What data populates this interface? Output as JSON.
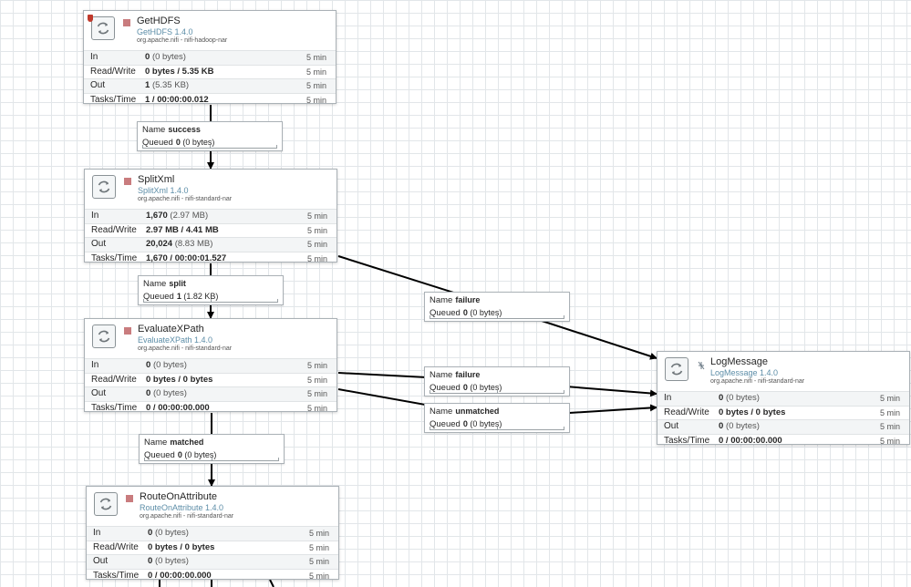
{
  "processors": [
    {
      "id": "gethdfs",
      "name": "GetHDFS",
      "version": "GetHDFS 1.4.0",
      "bundle": "org.apache.nifi - nifi-hadoop-nar",
      "has_bulletin": true,
      "stats": [
        {
          "label": "In",
          "bold": "0",
          "secondary": "(0 bytes)",
          "time": "5 min"
        },
        {
          "label": "Read/Write",
          "bold": "0 bytes / 5.35 KB",
          "secondary": "",
          "time": "5 min"
        },
        {
          "label": "Out",
          "bold": "1",
          "secondary": "(5.35 KB)",
          "time": "5 min"
        },
        {
          "label": "Tasks/Time",
          "bold": "1 / 00:00:00.012",
          "secondary": "",
          "time": "5 min"
        }
      ]
    },
    {
      "id": "splitxml",
      "name": "SplitXml",
      "version": "SplitXml 1.4.0",
      "bundle": "org.apache.nifi - nifi-standard-nar",
      "has_bulletin": false,
      "stats": [
        {
          "label": "In",
          "bold": "1,670",
          "secondary": "(2.97 MB)",
          "time": "5 min"
        },
        {
          "label": "Read/Write",
          "bold": "2.97 MB / 4.41 MB",
          "secondary": "",
          "time": "5 min"
        },
        {
          "label": "Out",
          "bold": "20,024",
          "secondary": "(8.83 MB)",
          "time": "5 min"
        },
        {
          "label": "Tasks/Time",
          "bold": "1,670 / 00:00:01.527",
          "secondary": "",
          "time": "5 min"
        }
      ]
    },
    {
      "id": "evaluatexpath",
      "name": "EvaluateXPath",
      "version": "EvaluateXPath 1.4.0",
      "bundle": "org.apache.nifi - nifi-standard-nar",
      "has_bulletin": false,
      "stats": [
        {
          "label": "In",
          "bold": "0",
          "secondary": "(0 bytes)",
          "time": "5 min"
        },
        {
          "label": "Read/Write",
          "bold": "0 bytes / 0 bytes",
          "secondary": "",
          "time": "5 min"
        },
        {
          "label": "Out",
          "bold": "0",
          "secondary": "(0 bytes)",
          "time": "5 min"
        },
        {
          "label": "Tasks/Time",
          "bold": "0 / 00:00:00.000",
          "secondary": "",
          "time": "5 min"
        }
      ]
    },
    {
      "id": "routeonattribute",
      "name": "RouteOnAttribute",
      "version": "RouteOnAttribute 1.4.0",
      "bundle": "org.apache.nifi - nifi-standard-nar",
      "has_bulletin": false,
      "stats": [
        {
          "label": "In",
          "bold": "0",
          "secondary": "(0 bytes)",
          "time": "5 min"
        },
        {
          "label": "Read/Write",
          "bold": "0 bytes / 0 bytes",
          "secondary": "",
          "time": "5 min"
        },
        {
          "label": "Out",
          "bold": "0",
          "secondary": "(0 bytes)",
          "time": "5 min"
        },
        {
          "label": "Tasks/Time",
          "bold": "0 / 00:00:00.000",
          "secondary": "",
          "time": "5 min"
        }
      ]
    },
    {
      "id": "logmessage",
      "name": "LogMessage",
      "version": "LogMessage 1.4.0",
      "bundle": "org.apache.nifi - nifi-standard-nar",
      "has_bulletin": false,
      "stats": [
        {
          "label": "In",
          "bold": "0",
          "secondary": "(0 bytes)",
          "time": "5 min"
        },
        {
          "label": "Read/Write",
          "bold": "0 bytes / 0 bytes",
          "secondary": "",
          "time": "5 min"
        },
        {
          "label": "Out",
          "bold": "0",
          "secondary": "(0 bytes)",
          "time": "5 min"
        },
        {
          "label": "Tasks/Time",
          "bold": "0 / 00:00:00.000",
          "secondary": "",
          "time": "5 min"
        }
      ]
    }
  ],
  "connections": [
    {
      "id": "success",
      "name_label": "Name",
      "name": "success",
      "queued_label": "Queued",
      "count": "0",
      "size": "(0 bytes)"
    },
    {
      "id": "split",
      "name_label": "Name",
      "name": "split",
      "queued_label": "Queued",
      "count": "1",
      "size": "(1.82 KB)"
    },
    {
      "id": "failure-split",
      "name_label": "Name",
      "name": "failure",
      "queued_label": "Queued",
      "count": "0",
      "size": "(0 bytes)"
    },
    {
      "id": "failure-eval",
      "name_label": "Name",
      "name": "failure",
      "queued_label": "Queued",
      "count": "0",
      "size": "(0 bytes)"
    },
    {
      "id": "unmatched",
      "name_label": "Name",
      "name": "unmatched",
      "queued_label": "Queued",
      "count": "0",
      "size": "(0 bytes)"
    },
    {
      "id": "matched",
      "name_label": "Name",
      "name": "matched",
      "queued_label": "Queued",
      "count": "0",
      "size": "(0 bytes)"
    }
  ],
  "colors": {
    "canvas_grid": "#e2e6e9",
    "stopped_state": "#c97c7e",
    "bulletin": "#c0392b",
    "version_text": "#5d8ea8",
    "connection_line": "#000000"
  },
  "icons": {
    "processor": "processor-icon",
    "state": "stopped-state-icon",
    "bulletin": "bulletin-icon",
    "restricted": "restricted-icon"
  }
}
